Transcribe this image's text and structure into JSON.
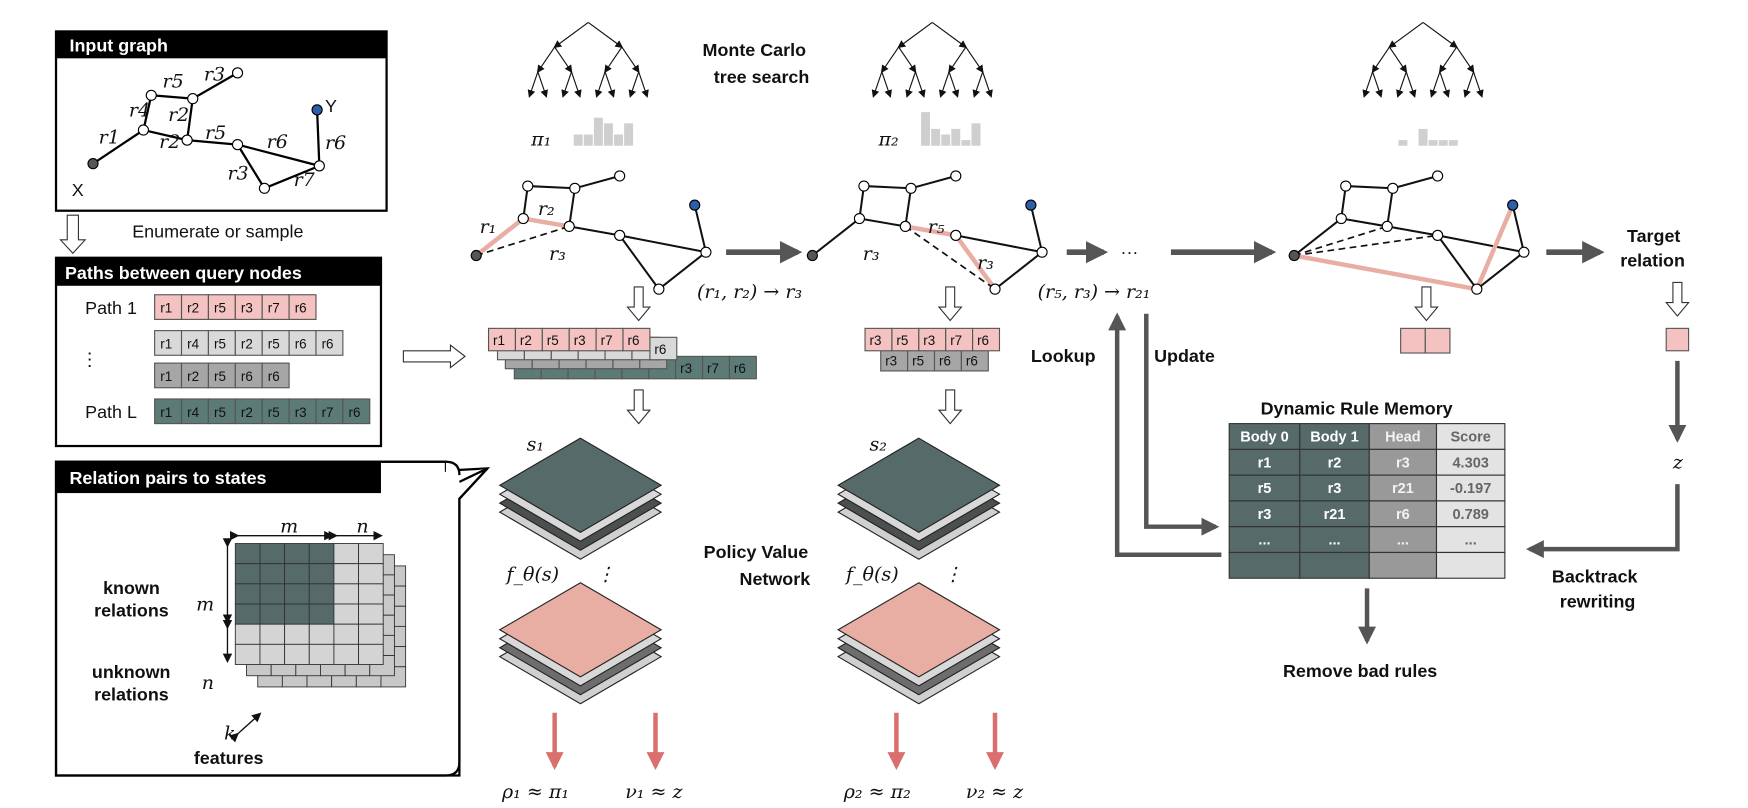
{
  "colors": {
    "pink": "#f4c2c0",
    "light_gray": "#d9d9d9",
    "mid_gray": "#a6a6a6",
    "teal": "#5c7a76",
    "dark_slate": "#566a6a",
    "salmon": "#e8aea3",
    "red_arrow": "#d9706e",
    "arrow_dark": "#555555"
  },
  "input_graph": {
    "title": "Input graph",
    "node_x": "X",
    "node_y": "Y",
    "edge_labels": [
      "r1",
      "r4",
      "r5",
      "r3",
      "r2",
      "r2",
      "r5",
      "r6",
      "r3",
      "r7",
      "r6"
    ]
  },
  "enumerate_label": "Enumerate or sample",
  "paths_box": {
    "title": "Paths between query nodes",
    "rows": [
      {
        "label": "Path 1",
        "cells": [
          "r1",
          "r2",
          "r5",
          "r3",
          "r7",
          "r6"
        ],
        "color": "pink"
      },
      {
        "label": "",
        "cells": [
          "r1",
          "r4",
          "r5",
          "r2",
          "r5",
          "r6",
          "r6"
        ],
        "color": "light_gray"
      },
      {
        "label": "",
        "cells": [
          "r1",
          "r2",
          "r5",
          "r6",
          "r6"
        ],
        "color": "mid_gray"
      },
      {
        "label": "Path L",
        "cells": [
          "r1",
          "r4",
          "r5",
          "r2",
          "r5",
          "r3",
          "r7",
          "r6"
        ],
        "color": "teal"
      }
    ],
    "ellipsis": "⋮"
  },
  "relation_box": {
    "title": "Relation pairs to states",
    "m": "m",
    "n": "n",
    "k": "k",
    "known": [
      "known",
      "relations"
    ],
    "unknown": [
      "unknown",
      "relations"
    ],
    "features": "features"
  },
  "mcts": {
    "title": [
      "Monte Carlo",
      "tree search"
    ],
    "pi1": "π₁",
    "pi2": "π₂"
  },
  "step1": {
    "stack": [
      [
        "r1",
        "r2",
        "r5",
        "r3",
        "r7",
        "r6"
      ],
      [
        "r6"
      ],
      [
        "r3",
        "r7",
        "r6"
      ]
    ],
    "rule": "(r₁, r₂) → r₃",
    "edge_labels": [
      "r₁",
      "r₂",
      "r₃"
    ],
    "state": "s₁",
    "net": "f_θ(s)",
    "rho": "ρ₁ ≈ π₁",
    "nu": "ν₁ ≈ z"
  },
  "step2": {
    "stack": [
      [
        "r3",
        "r5",
        "r3",
        "r7",
        "r6"
      ],
      [
        "r3",
        "r5",
        "r6",
        "r6"
      ]
    ],
    "rule": "(r₅, r₃) → r₂₁",
    "edge_labels": [
      "r₃",
      "r₅",
      "r₃"
    ],
    "state": "s₂",
    "net": "f_θ(s)",
    "rho": "ρ₂ ≈ π₂",
    "nu": "ν₂ ≈ z"
  },
  "policy_value": [
    "Policy Value",
    "Network"
  ],
  "ellipsis": "···",
  "lookup": "Lookup",
  "update": "Update",
  "target_relation": [
    "Target",
    "relation"
  ],
  "z": "z",
  "backtrack": [
    "Backtrack",
    "rewriting"
  ],
  "remove_bad_rules": "Remove bad rules",
  "memory": {
    "title": "Dynamic Rule Memory",
    "columns": [
      "Body 0",
      "Body 1",
      "Head",
      "Score"
    ],
    "rows": [
      [
        "r1",
        "r2",
        "r3",
        "4.303"
      ],
      [
        "r5",
        "r3",
        "r21",
        "-0.197"
      ],
      [
        "r3",
        "r21",
        "r6",
        "0.789"
      ],
      [
        "...",
        "...",
        "...",
        "..."
      ],
      [
        "",
        "",
        "",
        ""
      ]
    ]
  }
}
